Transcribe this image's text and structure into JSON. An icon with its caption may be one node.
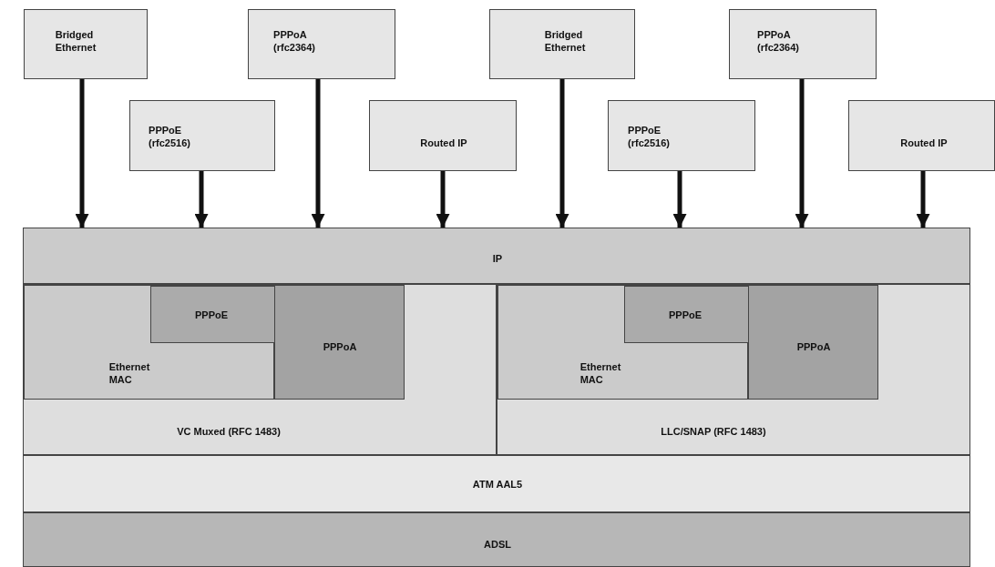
{
  "diagram": {
    "nodes": [
      {
        "text": [
          "Bridged Ethernet"
        ]
      },
      {
        "text": [
          "PPPoE (rfc2516)"
        ]
      },
      {
        "text": [
          "PPPoA (rfc2364)"
        ]
      },
      {
        "text": [
          "Routed IP"
        ]
      },
      {
        "text": [
          "Bridged Ethernet"
        ]
      },
      {
        "text": [
          "PPPoE (rfc2516)"
        ]
      },
      {
        "text": [
          "PPPoA (rfc2364)"
        ]
      },
      {
        "text": [
          "Routed IP"
        ]
      },
      {
        "text": [
          "IP"
        ]
      },
      {
        "text": [
          "VC Muxed (RFC 1483)"
        ]
      },
      {
        "text": [
          "Ethernet MAC"
        ],
        "in": 9
      },
      {
        "text": [
          "PPPoE"
        ],
        "in": 10
      },
      {
        "text": [
          "PPPoA"
        ],
        "in": 9
      },
      {
        "text": [
          "LLC/SNAP (RFC 1483)"
        ]
      },
      {
        "text": [
          "Ethernet MAC"
        ],
        "in": 13
      },
      {
        "text": [
          "PPPoE"
        ],
        "in": 14
      },
      {
        "text": [
          "PPPoA"
        ],
        "in": 13
      },
      {
        "text": [
          "ATM AAL5"
        ]
      },
      {
        "text": [
          "ADSL"
        ]
      }
    ],
    "edges": [
      {
        "from": 0,
        "to": 8,
        "arrow": "to"
      },
      {
        "from": 1,
        "to": 8,
        "arrow": "to"
      },
      {
        "from": 2,
        "to": 8,
        "arrow": "to"
      },
      {
        "from": 3,
        "to": 8,
        "arrow": "to"
      },
      {
        "from": 4,
        "to": 8,
        "arrow": "to"
      },
      {
        "from": 5,
        "to": 8,
        "arrow": "to"
      },
      {
        "from": 6,
        "to": 8,
        "arrow": "to"
      },
      {
        "from": 7,
        "to": 8,
        "arrow": "to"
      }
    ]
  }
}
